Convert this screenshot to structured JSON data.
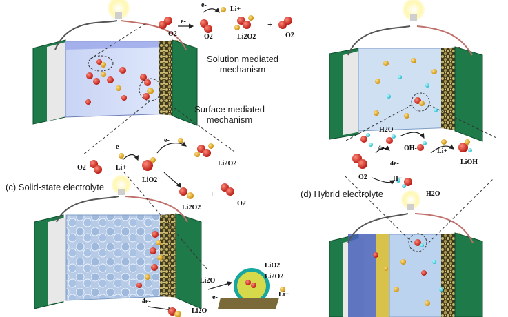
{
  "panels": {
    "solution_label": [
      "Solution mediated",
      "mechanism"
    ],
    "surface_label": [
      "Surface mediated",
      "mechanism"
    ],
    "c_label": "(c) Solid-state electrolyte",
    "d_label": "(d) Hybrid electrolyte"
  },
  "species": {
    "top_e": "e-",
    "top_li": "Li+",
    "top_o2_a": "O2",
    "top_e_b": "e-",
    "top_o2_minus": "O2-",
    "top_li2o2": "Li2O2",
    "top_plus": "+",
    "top_o2_b": "O2",
    "mid_e_a": "e-",
    "mid_e_b": "e-",
    "mid_o2": "O2",
    "mid_li": "Li+",
    "mid_li2o2": "Li2O2",
    "mid_lio2": "LiO2",
    "mid_li2o2_b": "Li2O2",
    "mid_plus": "+",
    "mid_o2_b": "O2",
    "d_h2o": "H2O",
    "d_4e": "4e-",
    "d_oh": "OH-",
    "d_li": "Li+",
    "d_lioh": "LiOH",
    "d_4e_b": "4e-",
    "d_o2": "O2",
    "d_h": "H+",
    "d_h2o_b": "H2O",
    "c_lio2": "LiO2",
    "c_li2o": "Li2O",
    "c_li2o2": "Li2O2",
    "c_e": "e-",
    "c_li": "Li+",
    "c_4e": "4e-",
    "c_li2o_b": "Li2O"
  }
}
